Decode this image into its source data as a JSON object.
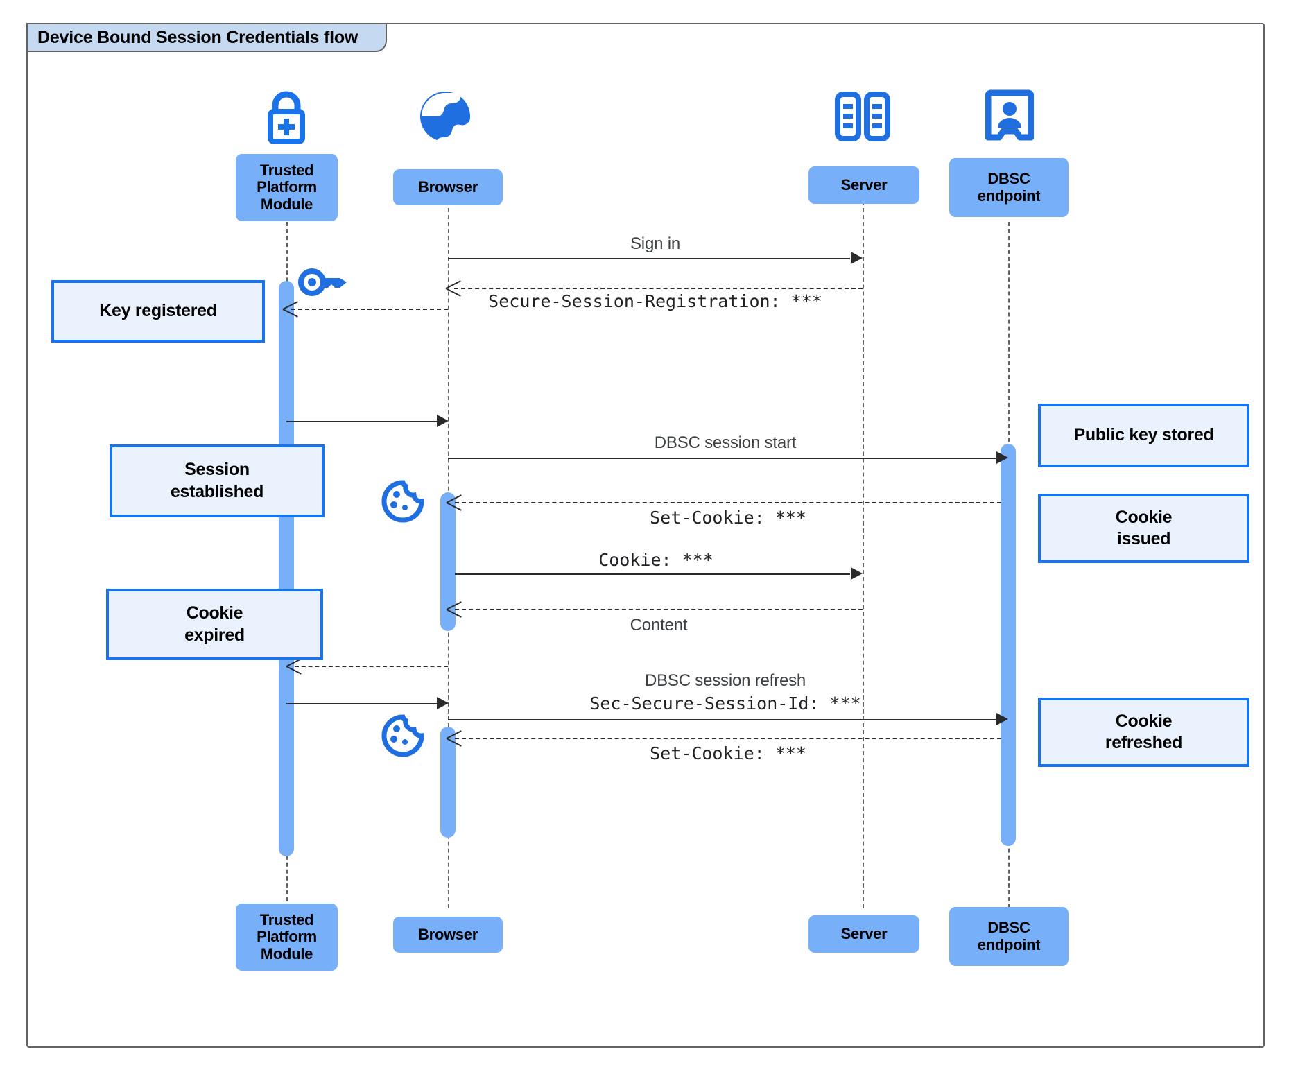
{
  "frame": {
    "title": "Device Bound Session Credentials flow"
  },
  "participants": [
    {
      "id": "tpm",
      "label": "Trusted\nPlatform\nModule",
      "icon": "padlock-plus-icon"
    },
    {
      "id": "browser",
      "label": "Browser",
      "icon": "globe-icon"
    },
    {
      "id": "server",
      "label": "Server",
      "icon": "server-rack-icon"
    },
    {
      "id": "dbsc",
      "label": "DBSC\nendpoint",
      "icon": "id-badge-icon"
    }
  ],
  "messages": [
    {
      "id": "m1",
      "label": "Sign in",
      "style": "sans",
      "kind": "solid",
      "from": "browser",
      "to": "server"
    },
    {
      "id": "m2",
      "label": "Secure-Session-Registration: ***",
      "style": "mono",
      "kind": "dashed",
      "from": "server",
      "to": "browser"
    },
    {
      "id": "m3",
      "label": "",
      "style": "sans",
      "kind": "solid",
      "from": "tpm",
      "to": "browser"
    },
    {
      "id": "m4",
      "label": "DBSC session start",
      "style": "sans",
      "kind": "solid",
      "from": "browser",
      "to": "dbsc"
    },
    {
      "id": "m5",
      "label": "Set-Cookie: ***",
      "style": "mono",
      "kind": "dashed",
      "from": "dbsc",
      "to": "browser"
    },
    {
      "id": "m6",
      "label": "Cookie: ***",
      "style": "mono",
      "kind": "solid",
      "from": "browser",
      "to": "server"
    },
    {
      "id": "m7",
      "label": "Content",
      "style": "sans",
      "kind": "dashed",
      "from": "server",
      "to": "browser"
    },
    {
      "id": "m8",
      "label": "",
      "style": "sans",
      "kind": "dashed",
      "from": "browser",
      "to": "tpm"
    },
    {
      "id": "m9",
      "label_top": "DBSC session refresh",
      "label_bottom": "Sec-Secure-Session-Id: ***",
      "style": "mixed",
      "kind": "solid",
      "from": "tpm",
      "to": "dbsc"
    },
    {
      "id": "m10",
      "label": "Set-Cookie: ***",
      "style": "mono",
      "kind": "dashed",
      "from": "dbsc",
      "to": "browser"
    }
  ],
  "notes": [
    {
      "id": "n1",
      "text": "Key registered",
      "side": "left"
    },
    {
      "id": "n2",
      "text": "Session\nestablished",
      "side": "left"
    },
    {
      "id": "n3",
      "text": "Cookie\nexpired",
      "side": "left"
    },
    {
      "id": "n4",
      "text": "Public key stored",
      "side": "right"
    },
    {
      "id": "n5",
      "text": "Cookie\nissued",
      "side": "right"
    },
    {
      "id": "n6",
      "text": "Cookie\nrefreshed",
      "side": "right"
    }
  ],
  "inline_icons": [
    {
      "id": "key1",
      "name": "key-icon"
    },
    {
      "id": "cookie1",
      "name": "cookie-icon"
    },
    {
      "id": "cookie2",
      "name": "cookie-icon"
    }
  ],
  "colors": {
    "accent_blue": "#1a73e8",
    "participant_fill": "#78aff9",
    "note_fill": "#eaf2fe",
    "frame_tab_fill": "#c5d9f1",
    "line": "#2a2a2a"
  }
}
